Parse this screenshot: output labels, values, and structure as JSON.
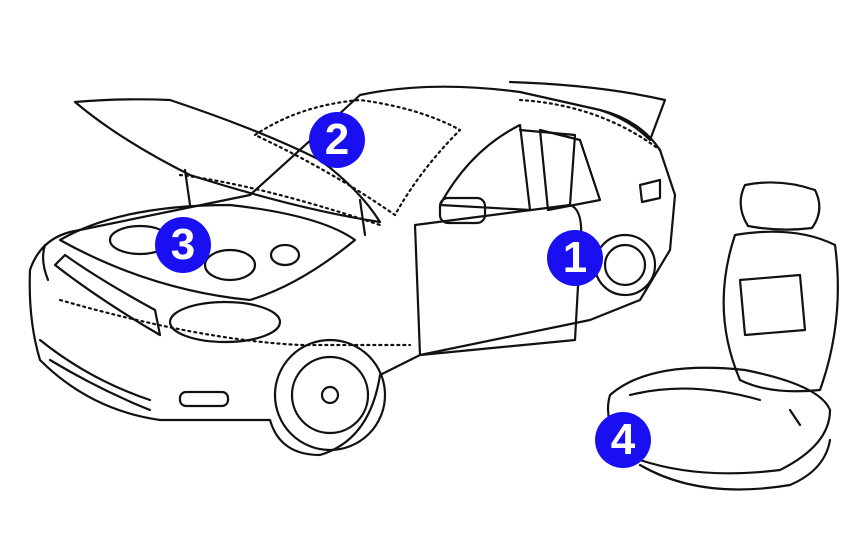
{
  "colors": {
    "badge": "#1a0ff0",
    "line": "#111111"
  },
  "markers": [
    {
      "label": "1",
      "target": "door"
    },
    {
      "label": "2",
      "target": "windshield"
    },
    {
      "label": "3",
      "target": "engine"
    },
    {
      "label": "4",
      "target": "seat"
    }
  ]
}
